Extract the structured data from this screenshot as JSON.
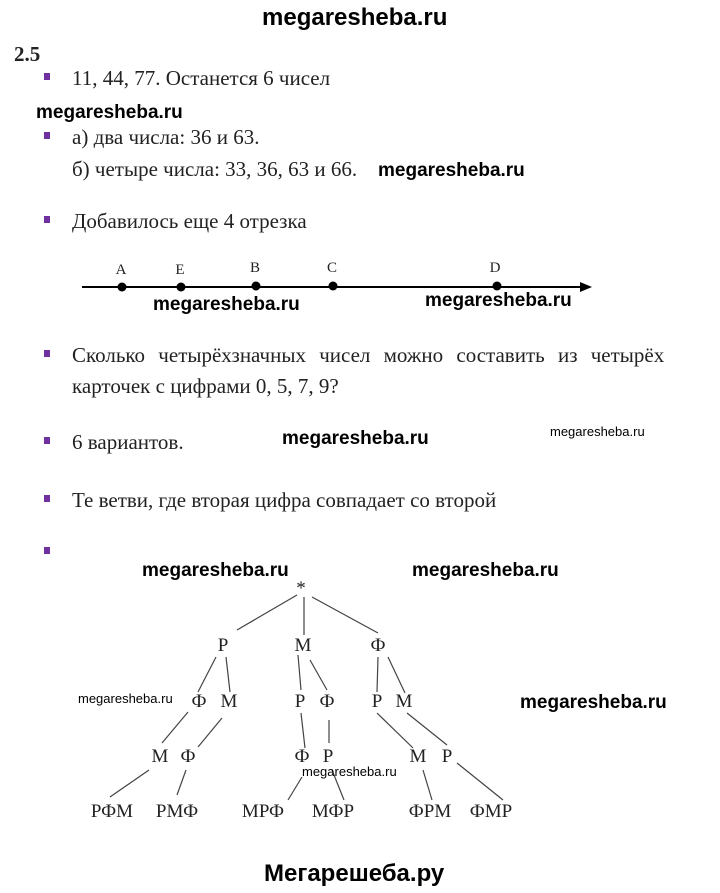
{
  "header_watermark": "megaresheba.ru",
  "footer_title": "Мегарешеба.ру",
  "task_number": "2.5",
  "items": [
    {
      "text": "11, 44, 77. Останется 6 чисел"
    },
    {
      "line1": "а) два числа: 36 и 63.",
      "line2": "б) четыре числа: 33, 36, 63 и 66."
    },
    {
      "text": "Добавилось еще 4 отрезка"
    },
    {
      "line1": "Сколько четырёхзначных чисел можно составить из четырёх",
      "line2": "карточек с цифрами 0, 5, 7, 9?"
    },
    {
      "text": "6 вариантов."
    },
    {
      "text": "Те ветви, где вторая цифра совпадает со второй"
    }
  ],
  "number_line": {
    "points": [
      "A",
      "E",
      "B",
      "C",
      "D"
    ]
  },
  "tree": {
    "root": "*",
    "level1": [
      "Р",
      "М",
      "Ф"
    ],
    "level2": [
      "Ф",
      "М",
      "Р",
      "Ф",
      "Р",
      "М"
    ],
    "level3": [
      "М",
      "Ф",
      "Ф",
      "Р",
      "М",
      "Р"
    ],
    "leaves": [
      "РФМ",
      "РМФ",
      "МРФ",
      "МФР",
      "ФРМ",
      "ФМР"
    ]
  },
  "watermark": "megaresheba.ru",
  "colors": {
    "bullet": "#7030a0"
  }
}
